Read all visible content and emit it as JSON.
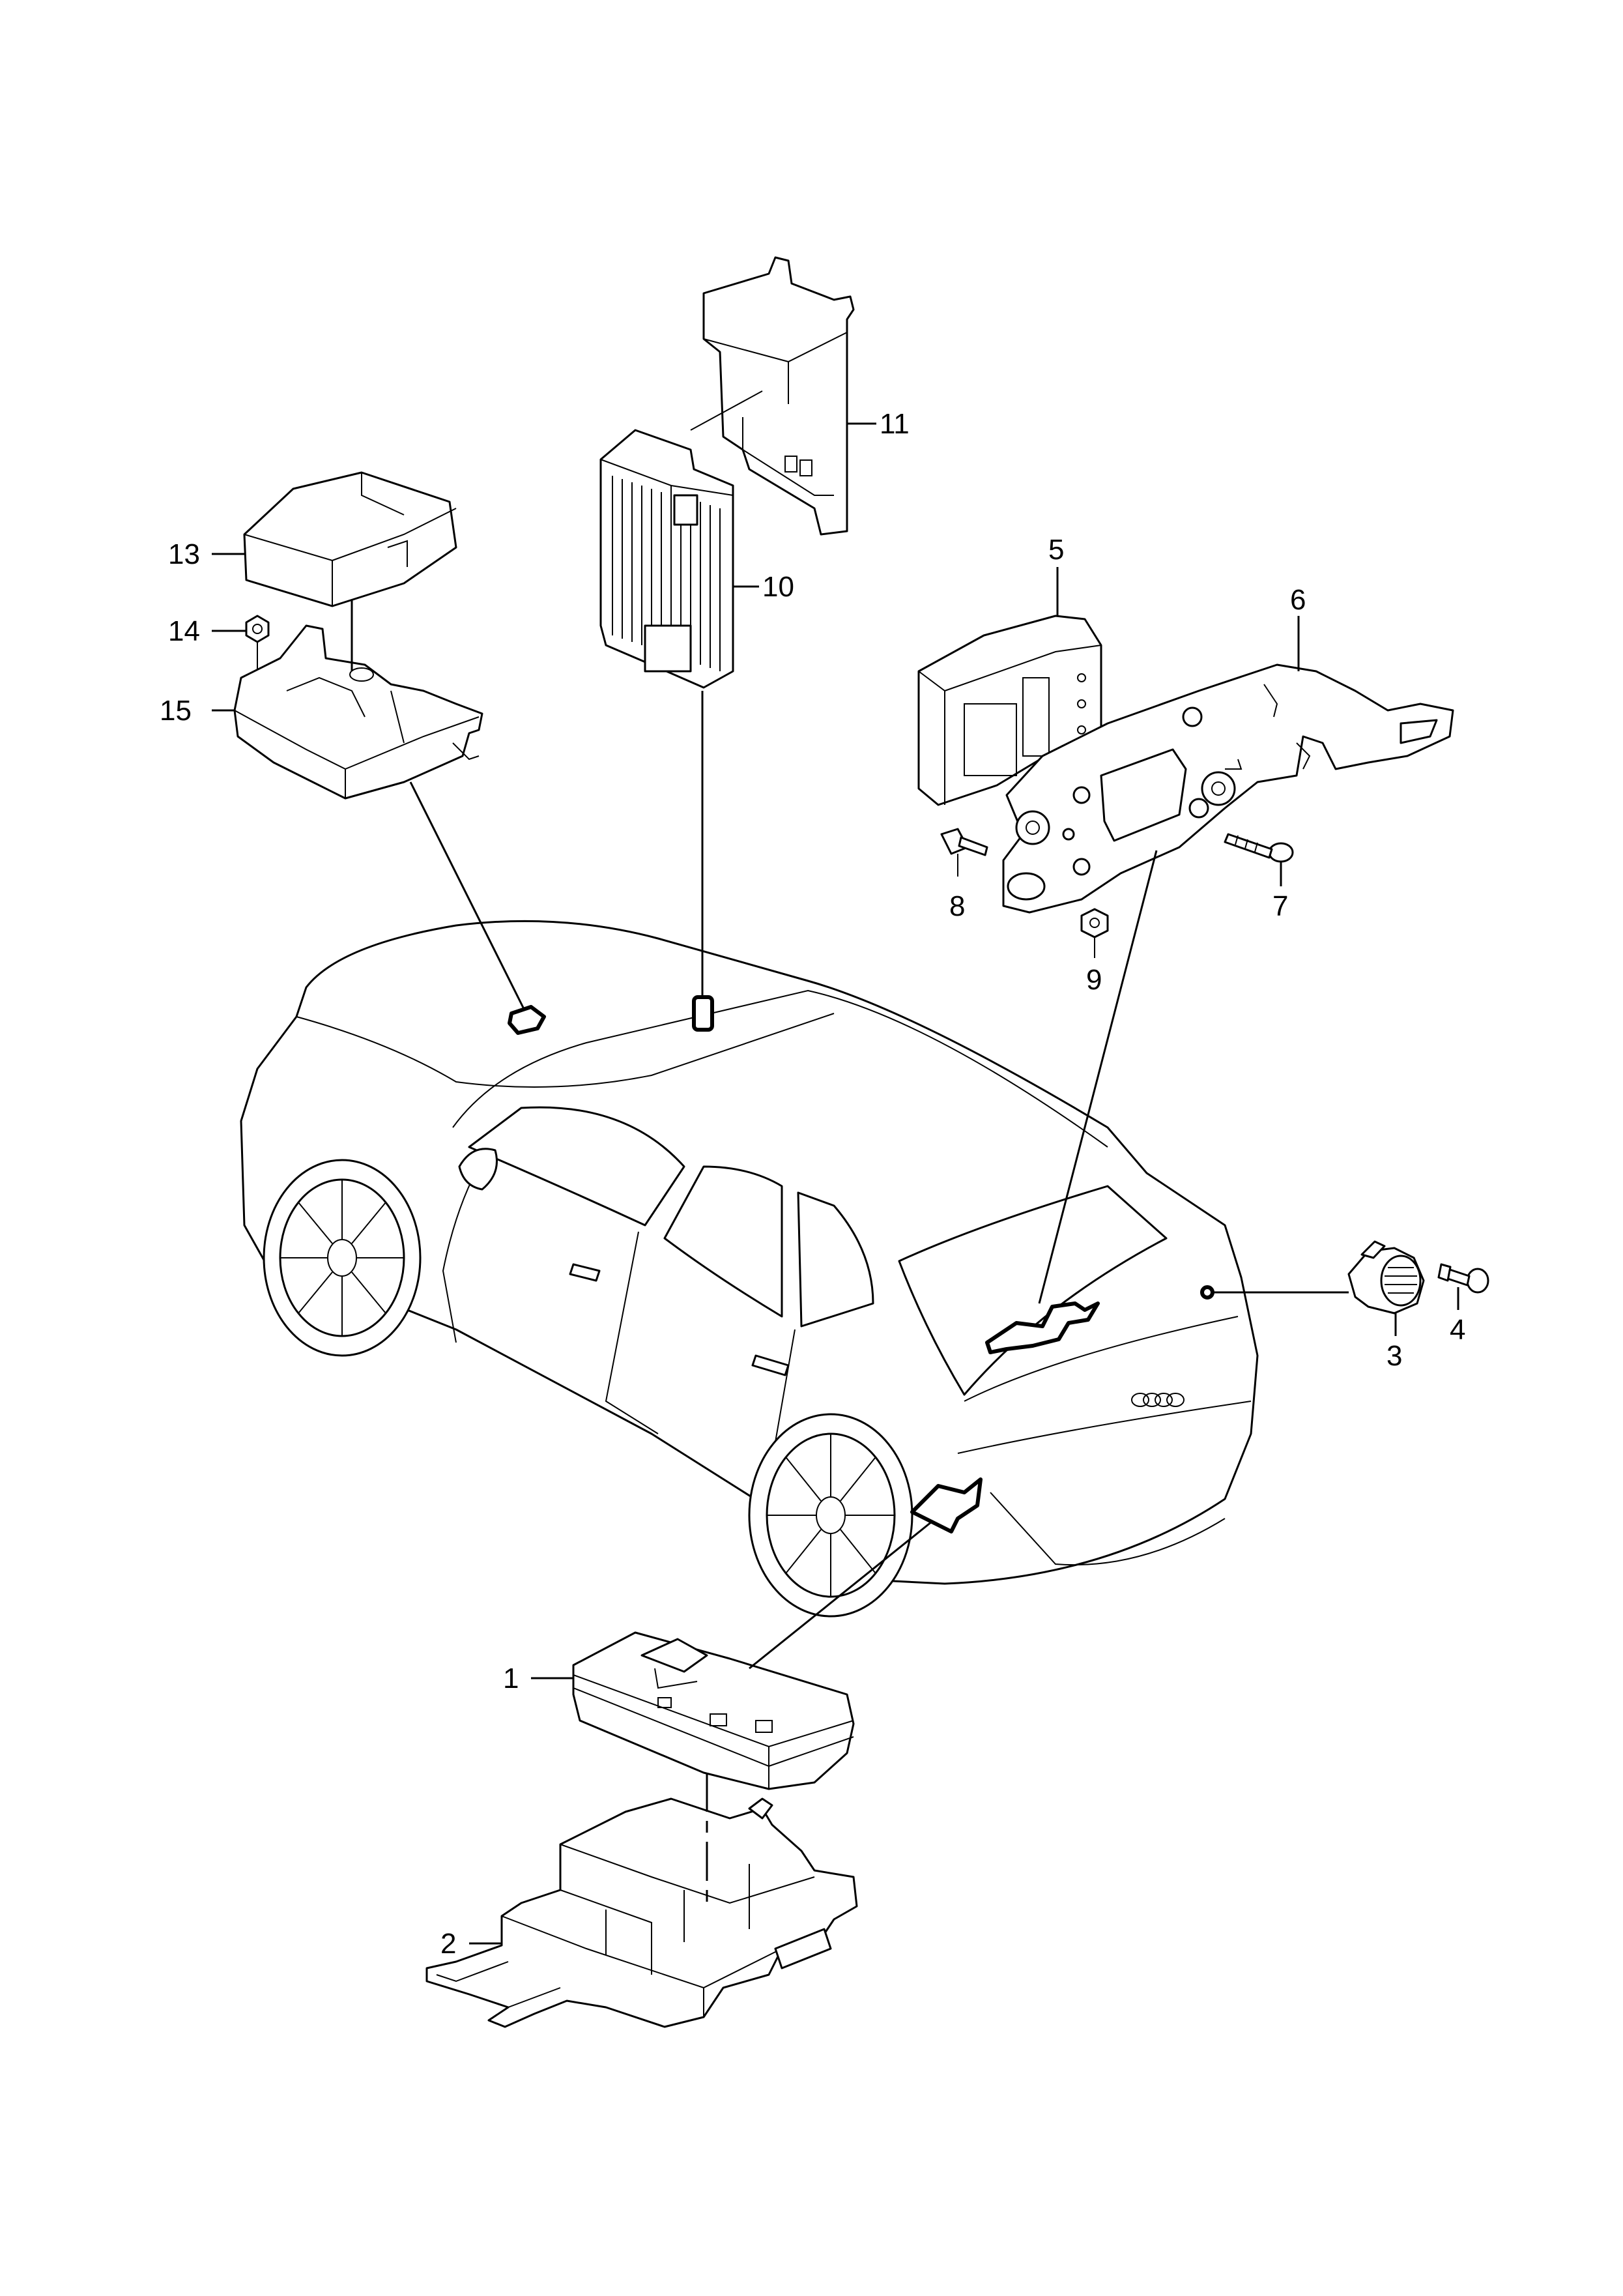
{
  "callouts": [
    {
      "id": "1",
      "label": "1"
    },
    {
      "id": "2",
      "label": "2"
    },
    {
      "id": "3",
      "label": "3"
    },
    {
      "id": "4",
      "label": "4"
    },
    {
      "id": "5",
      "label": "5"
    },
    {
      "id": "6",
      "label": "6"
    },
    {
      "id": "7",
      "label": "7"
    },
    {
      "id": "8",
      "label": "8"
    },
    {
      "id": "9",
      "label": "9"
    },
    {
      "id": "10",
      "label": "10"
    },
    {
      "id": "11",
      "label": "11"
    },
    {
      "id": "13",
      "label": "13"
    },
    {
      "id": "14",
      "label": "14"
    },
    {
      "id": "15",
      "label": "15"
    }
  ]
}
